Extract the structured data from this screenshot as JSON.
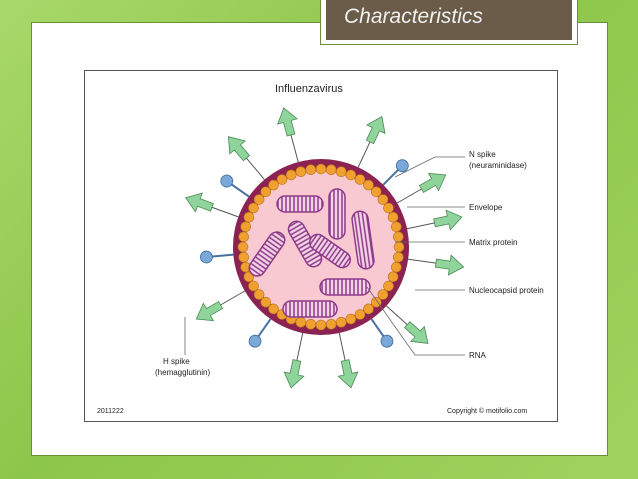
{
  "slide": {
    "title": "Characteristics"
  },
  "diagram": {
    "title": "Influenzavirus",
    "labels": {
      "n_spike_line1": "N spike",
      "n_spike_line2": "(neuraminidase)",
      "envelope": "Envelope",
      "matrix_protein": "Matrix protein",
      "nucleocapsid_protein": "Nucleocapsid protein",
      "rna": "RNA",
      "h_spike_line1": "H spike",
      "h_spike_line2": "(hemagglutinin)"
    },
    "figure_id": "2011222",
    "copyright": "Copyright © motifolio.com"
  },
  "colors": {
    "envelope": "#8b2252",
    "matrix_protein": "#f0a030",
    "interior": "#f9c9d2",
    "rna_segments": "#8e3a8a",
    "h_spike": "#8fd49a",
    "n_spike": "#7aa8d8",
    "background": "#9fd35e"
  }
}
